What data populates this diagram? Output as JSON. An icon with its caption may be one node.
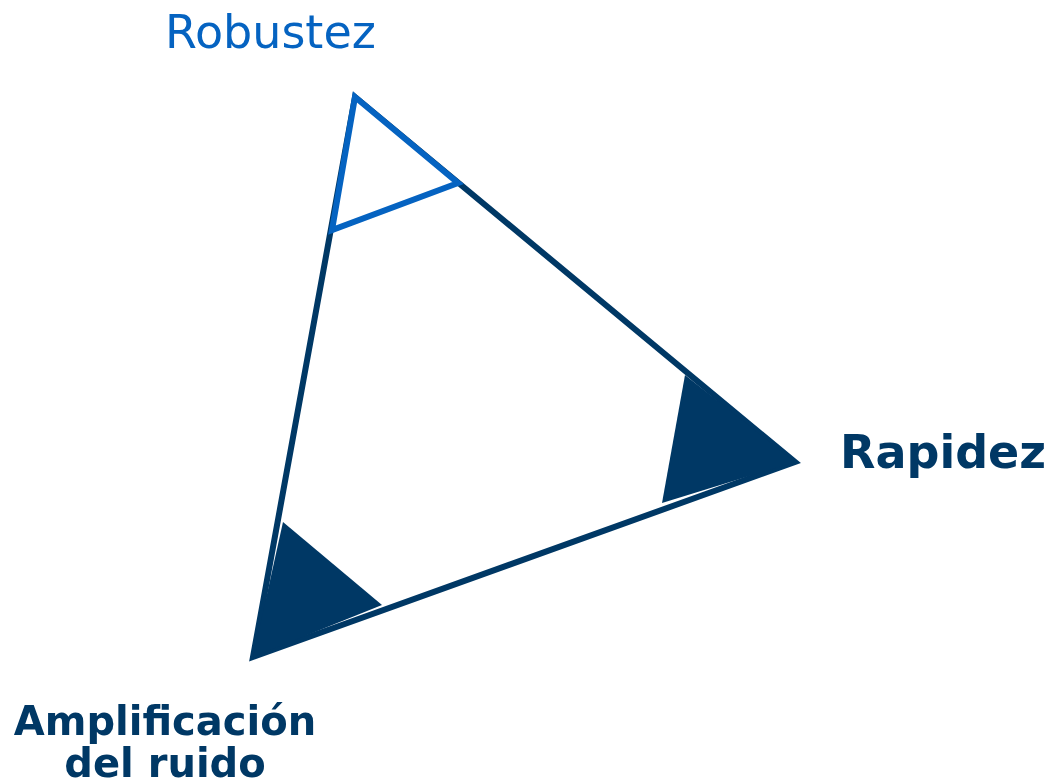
{
  "diagram": {
    "labels": [
      "Robustez",
      "Rapidez",
      "Amplificación del ruido"
    ]
  }
}
